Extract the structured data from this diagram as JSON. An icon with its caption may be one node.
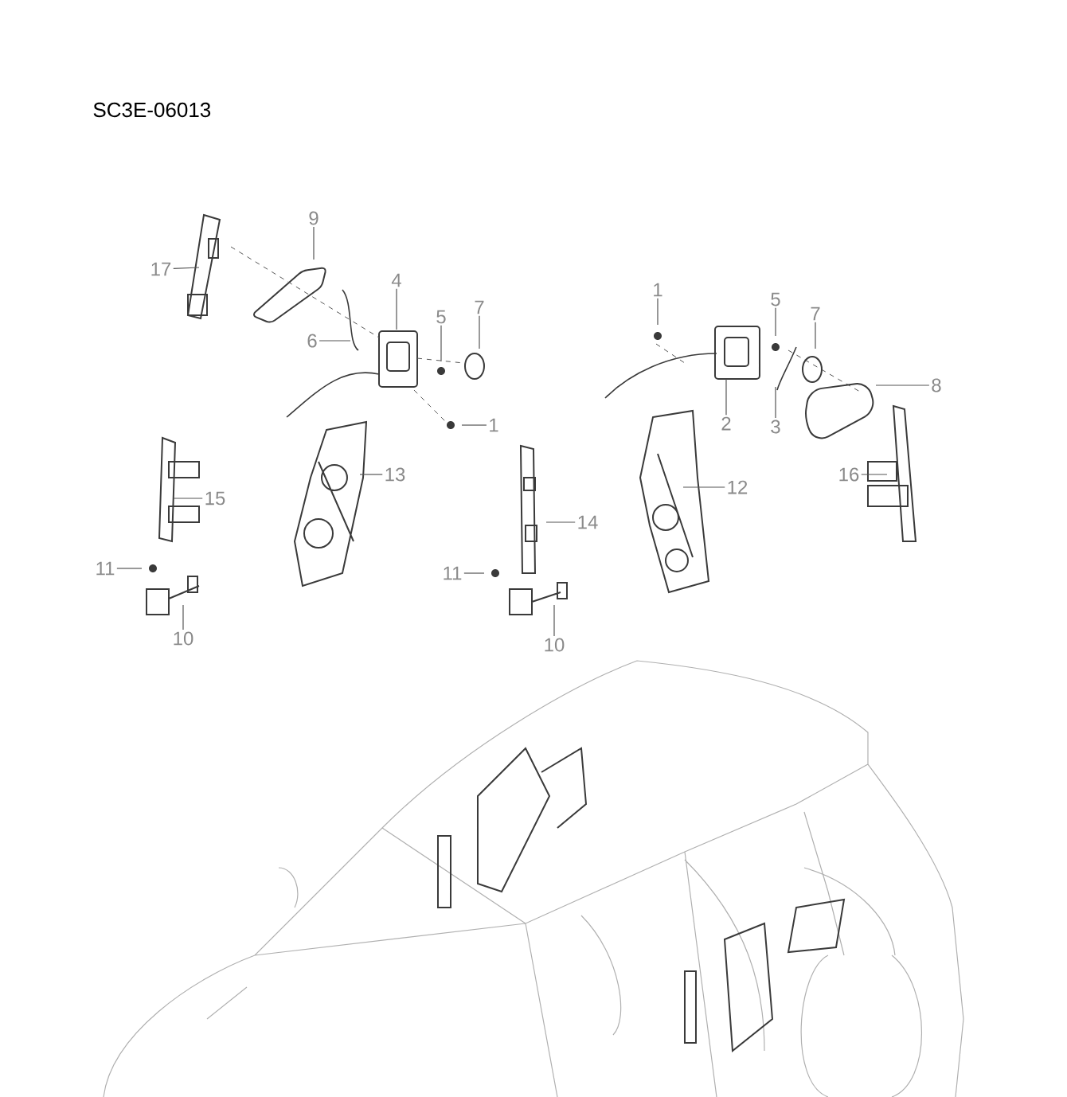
{
  "diagram": {
    "nodes": [
      {
        "text": [
          "17"
        ]
      },
      {
        "text": [
          "9"
        ]
      },
      {
        "text": [
          "4"
        ]
      },
      {
        "text": [
          "7"
        ]
      },
      {
        "text": [
          "5"
        ]
      },
      {
        "text": [
          "6"
        ]
      },
      {
        "text": [
          "1"
        ]
      },
      {
        "text": [
          "13"
        ]
      },
      {
        "text": [
          "15"
        ]
      },
      {
        "text": [
          "11"
        ]
      },
      {
        "text": [
          "10"
        ]
      },
      {
        "text": [
          "14"
        ]
      },
      {
        "text": [
          "11"
        ]
      },
      {
        "text": [
          "10"
        ]
      },
      {
        "text": [
          "1"
        ]
      },
      {
        "text": [
          "5"
        ]
      },
      {
        "text": [
          "7"
        ]
      },
      {
        "text": [
          "8"
        ]
      },
      {
        "text": [
          "2"
        ]
      },
      {
        "text": [
          "3"
        ]
      },
      {
        "text": [
          "12"
        ]
      },
      {
        "text": [
          "16"
        ]
      }
    ],
    "edges": [
      {
        "from": 0,
        "to": null,
        "arrow": "none"
      },
      {
        "from": 1,
        "to": null,
        "arrow": "none"
      },
      {
        "from": 2,
        "to": null,
        "arrow": "none"
      },
      {
        "from": 3,
        "to": null,
        "arrow": "none"
      },
      {
        "from": 4,
        "to": null,
        "arrow": "none"
      },
      {
        "from": 5,
        "to": null,
        "arrow": "none"
      },
      {
        "from": 6,
        "to": null,
        "arrow": "none"
      },
      {
        "from": 7,
        "to": null,
        "arrow": "none"
      },
      {
        "from": 8,
        "to": null,
        "arrow": "none"
      },
      {
        "from": 9,
        "to": null,
        "arrow": "none"
      },
      {
        "from": 10,
        "to": null,
        "arrow": "none"
      },
      {
        "from": 11,
        "to": null,
        "arrow": "none"
      },
      {
        "from": 12,
        "to": null,
        "arrow": "none"
      },
      {
        "from": 13,
        "to": null,
        "arrow": "none"
      },
      {
        "from": 14,
        "to": null,
        "arrow": "none"
      },
      {
        "from": 15,
        "to": null,
        "arrow": "none"
      },
      {
        "from": 16,
        "to": null,
        "arrow": "none"
      },
      {
        "from": 17,
        "to": null,
        "arrow": "none"
      },
      {
        "from": 18,
        "to": null,
        "arrow": "none"
      },
      {
        "from": 19,
        "to": null,
        "arrow": "none"
      },
      {
        "from": 20,
        "to": null,
        "arrow": "none"
      },
      {
        "from": 21,
        "to": null,
        "arrow": "none"
      }
    ],
    "labels": [
      "SC3E-06013"
    ]
  }
}
